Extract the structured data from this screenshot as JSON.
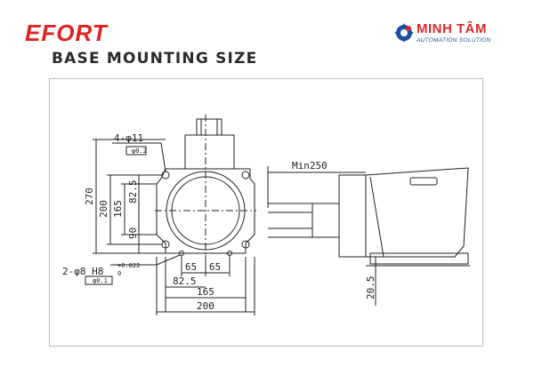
{
  "header": {
    "brand": "EFORT",
    "title": "BASE MOUNTING SIZE",
    "logo_name": "MINH TÂM",
    "logo_subtitle": "AUTOMATION SOLUTION"
  },
  "drawing": {
    "dims_left": {
      "hole_callout": "4-φ11",
      "hole_tol": "φ0.2",
      "h_270": "270",
      "h_200": "200",
      "h_165": "165",
      "h_82_5": "82.5",
      "h_90": "90",
      "pin_callout": "2-φ8 H8",
      "pin_tol_upper": "+0.022",
      "pin_tol_lower": "0",
      "pin_pos_tol": "φ0.1",
      "w_65a": "65",
      "w_65b": "65",
      "w_82_5": "82.5",
      "w_165": "165",
      "w_200": "200"
    },
    "dims_right": {
      "min_250": "Min250",
      "h_20_5": "20.5"
    }
  },
  "colors": {
    "brand_red": "#e02222",
    "logo_blue": "#1d4fa0"
  }
}
